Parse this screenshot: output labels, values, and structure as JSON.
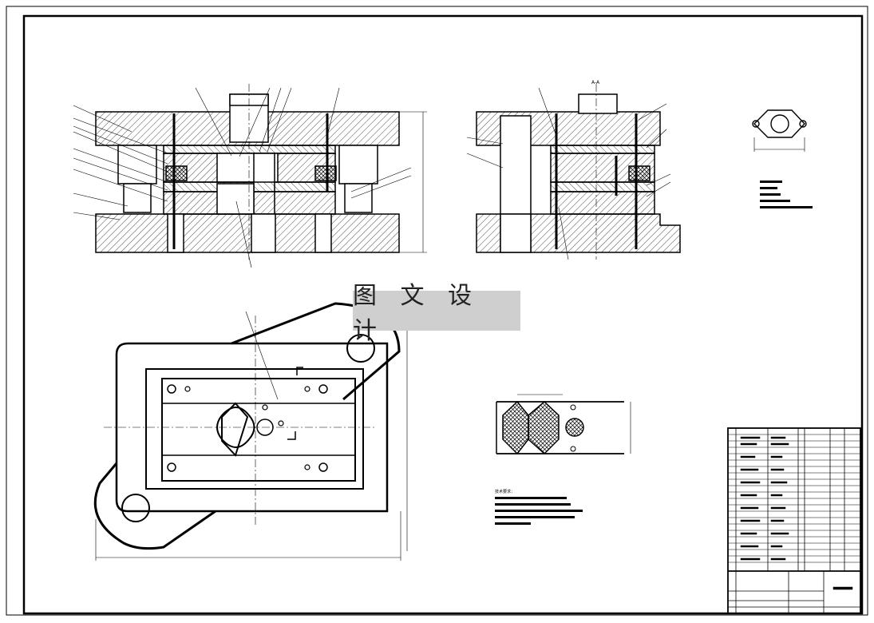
{
  "watermark": {
    "text": "图 文 设 计"
  },
  "section_label": "A-A",
  "notes_title": "技术要求：",
  "colors": {
    "line": "#000000",
    "hatch": "#000000",
    "watermark_bg": "#cfcfcf"
  }
}
